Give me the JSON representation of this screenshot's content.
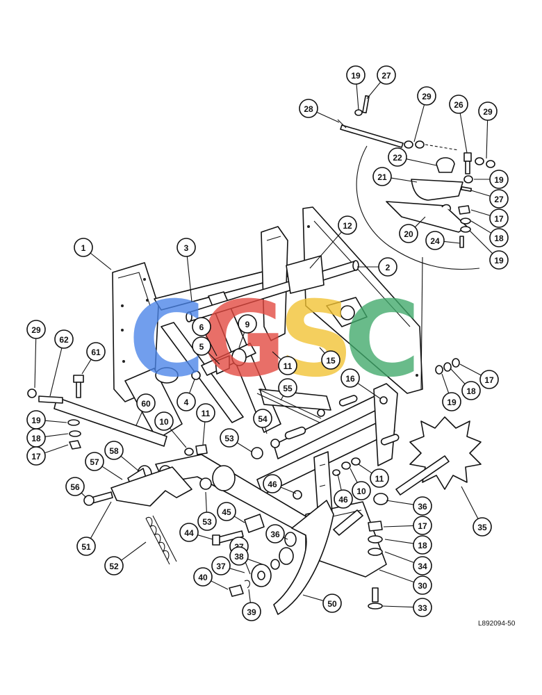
{
  "drawing_code": "L892094-50",
  "watermark": {
    "letters": [
      {
        "char": "C",
        "color": "#4a84e8"
      },
      {
        "char": "G",
        "color": "#e2473e"
      },
      {
        "char": "S",
        "color": "#f2c232"
      },
      {
        "char": "C",
        "color": "#3fa96a"
      }
    ]
  },
  "callouts": [
    {
      "label": "19"
    },
    {
      "label": "27"
    },
    {
      "label": "28"
    },
    {
      "label": "29"
    },
    {
      "label": "26"
    },
    {
      "label": "29"
    },
    {
      "label": "22"
    },
    {
      "label": "21"
    },
    {
      "label": "19"
    },
    {
      "label": "27"
    },
    {
      "label": "17"
    },
    {
      "label": "20"
    },
    {
      "label": "18"
    },
    {
      "label": "24"
    },
    {
      "label": "19"
    },
    {
      "label": "12"
    },
    {
      "label": "1"
    },
    {
      "label": "3"
    },
    {
      "label": "2"
    },
    {
      "label": "29"
    },
    {
      "label": "62"
    },
    {
      "label": "6"
    },
    {
      "label": "9"
    },
    {
      "label": "5"
    },
    {
      "label": "11"
    },
    {
      "label": "15"
    },
    {
      "label": "61"
    },
    {
      "label": "4"
    },
    {
      "label": "16"
    },
    {
      "label": "17"
    },
    {
      "label": "55"
    },
    {
      "label": "19"
    },
    {
      "label": "18"
    },
    {
      "label": "60"
    },
    {
      "label": "19"
    },
    {
      "label": "18"
    },
    {
      "label": "10"
    },
    {
      "label": "11"
    },
    {
      "label": "54"
    },
    {
      "label": "17"
    },
    {
      "label": "53"
    },
    {
      "label": "58"
    },
    {
      "label": "57"
    },
    {
      "label": "11"
    },
    {
      "label": "56"
    },
    {
      "label": "46"
    },
    {
      "label": "10"
    },
    {
      "label": "46"
    },
    {
      "label": "36"
    },
    {
      "label": "53"
    },
    {
      "label": "45"
    },
    {
      "label": "35"
    },
    {
      "label": "44"
    },
    {
      "label": "36"
    },
    {
      "label": "17"
    },
    {
      "label": "51"
    },
    {
      "label": "37"
    },
    {
      "label": "18"
    },
    {
      "label": "38"
    },
    {
      "label": "34"
    },
    {
      "label": "52"
    },
    {
      "label": "37"
    },
    {
      "label": "40"
    },
    {
      "label": "30"
    },
    {
      "label": "50"
    },
    {
      "label": "39"
    },
    {
      "label": "33"
    }
  ]
}
